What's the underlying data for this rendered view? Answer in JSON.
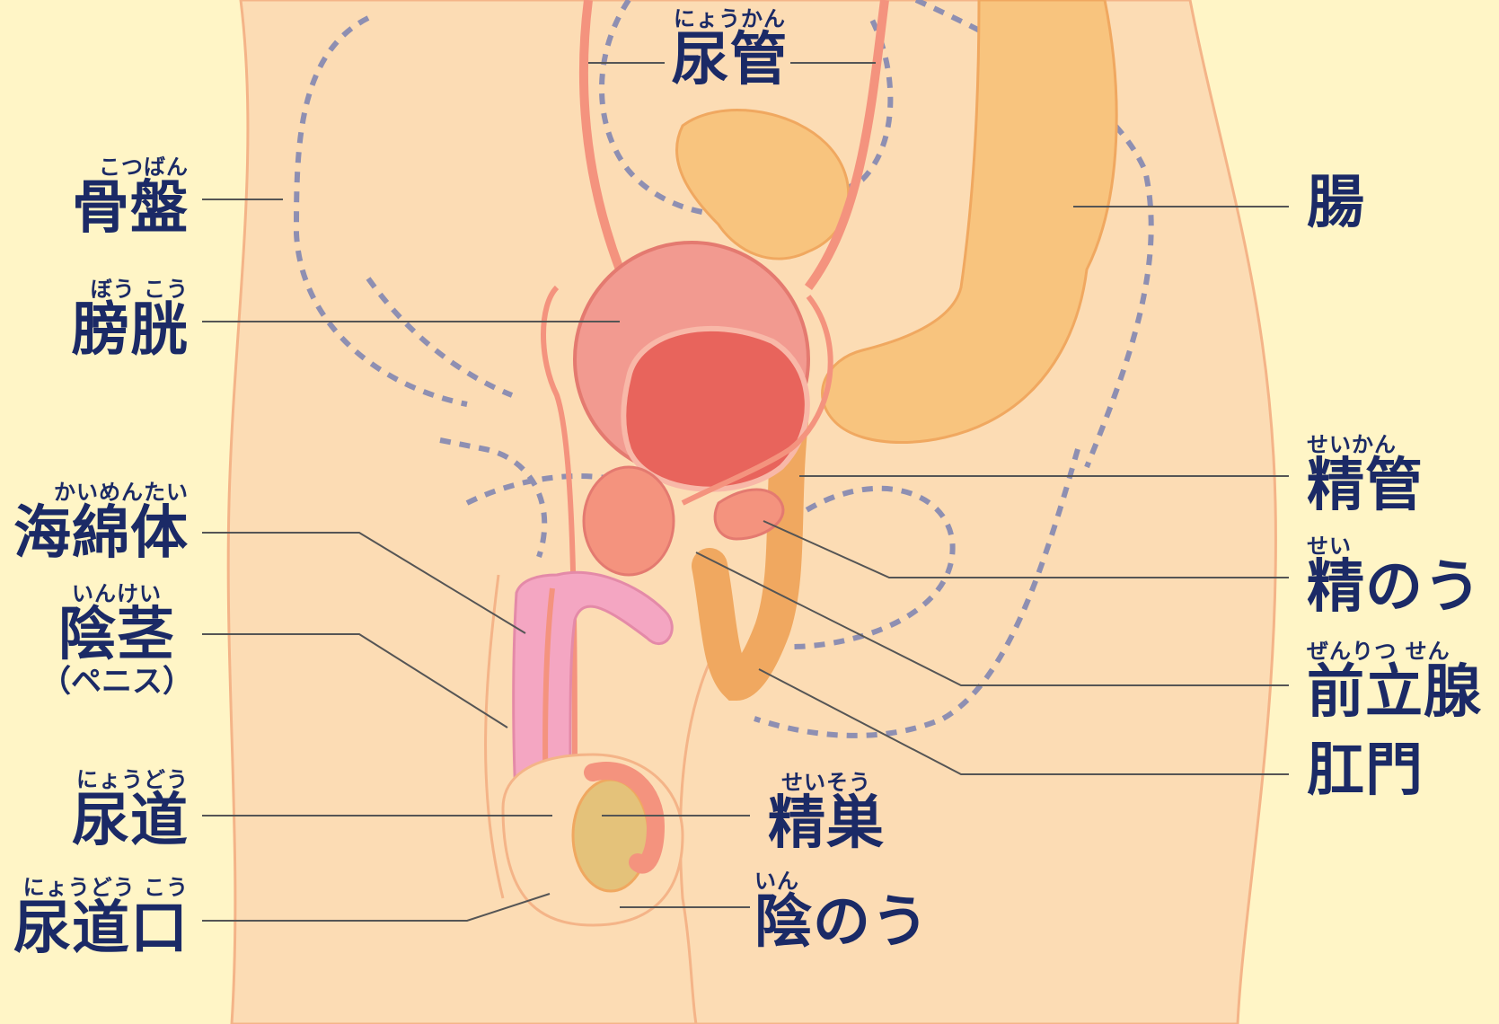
{
  "labels": {
    "ureter": {
      "ruby": "にょうかん",
      "text": "尿管"
    },
    "pelvis": {
      "ruby": "こつばん",
      "text": "骨盤"
    },
    "bladder": {
      "ruby": "ぼう こう",
      "text": "膀胱"
    },
    "corpus": {
      "ruby": "かいめんたい",
      "text": "海綿体"
    },
    "penis": {
      "ruby": "いんけい",
      "text": "陰茎",
      "sub": "（ペニス）"
    },
    "urethra": {
      "ruby": "にょうどう",
      "text": "尿道"
    },
    "urethral_opening": {
      "ruby": "にょうどう こう",
      "text": "尿道口"
    },
    "intestine": {
      "ruby": "",
      "text": "腸"
    },
    "vas_deferens": {
      "ruby": "せいかん",
      "text": "精管"
    },
    "seminal_vesicle": {
      "ruby": "せい",
      "text": "精のう"
    },
    "prostate": {
      "ruby": "ぜんりつ せん",
      "text": "前立腺"
    },
    "anus": {
      "ruby": "",
      "text": "肛門"
    },
    "testis": {
      "ruby": "せいそう",
      "text": "精巣"
    },
    "scrotum": {
      "ruby": "いん",
      "text": "陰のう"
    }
  },
  "colors": {
    "background": "#fff5c6",
    "body": "#fcdcb4",
    "body_outline": "#f4b488",
    "pelvis_dash": "#8e8fb2",
    "intestine": "#f8c47e",
    "bladder": "#f29a90",
    "bladder_inner": "#e8645c",
    "penis": "#f4a6c2",
    "testis": "#e4c27a",
    "label_text": "#1b2a66",
    "leader_line": "#555555"
  }
}
